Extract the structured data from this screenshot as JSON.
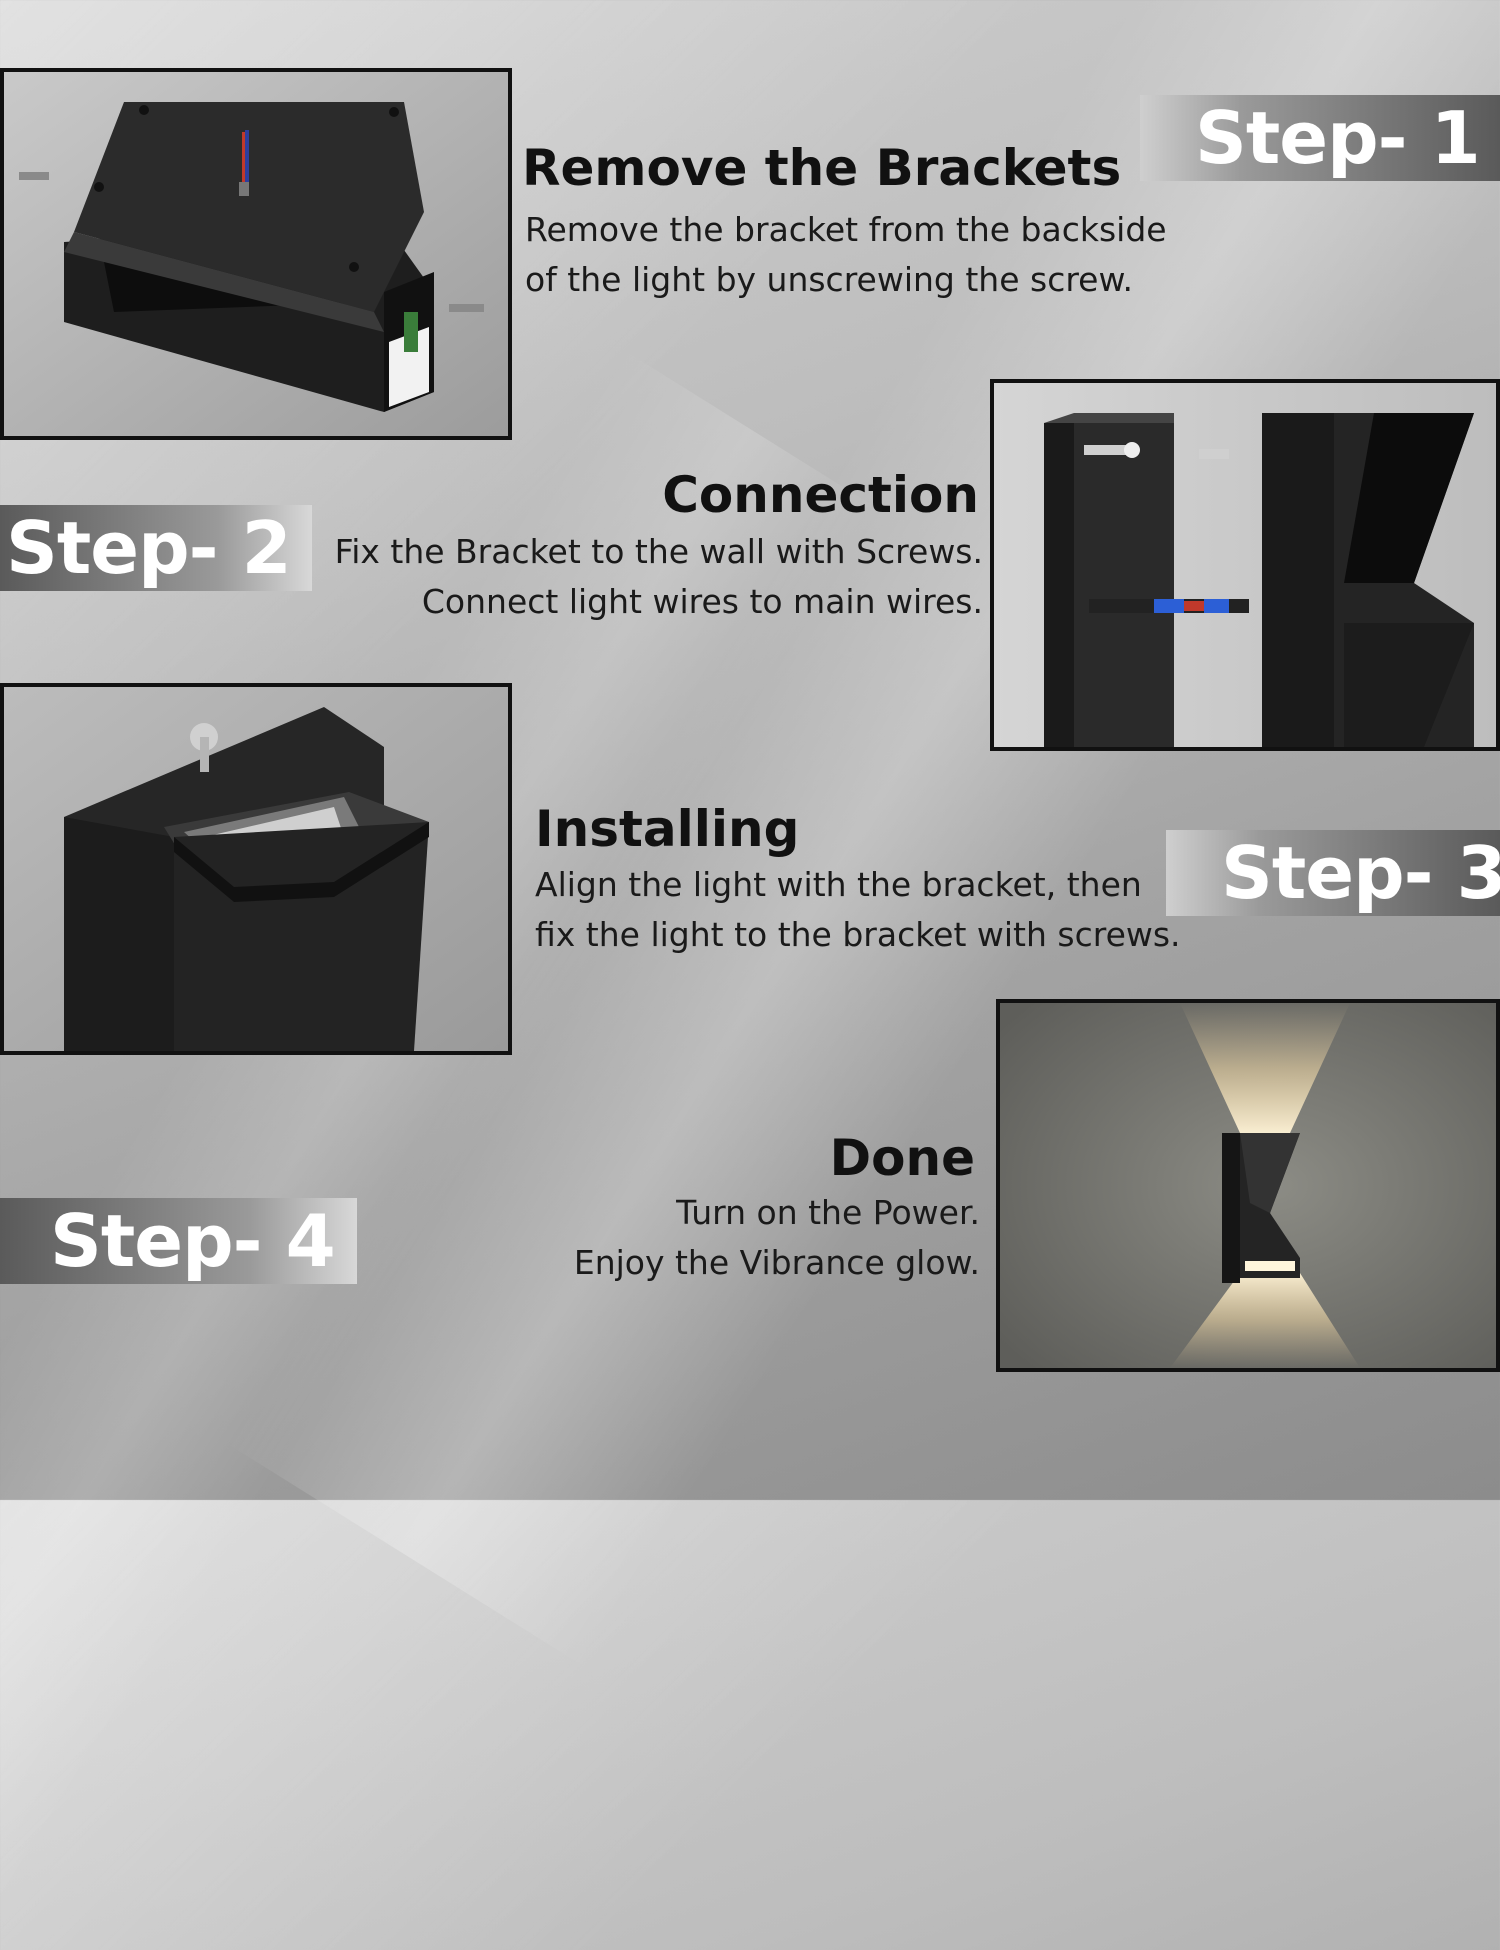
{
  "steps": [
    {
      "badge": "Step- 1",
      "title": "Remove the Brackets",
      "lines": [
        "Remove the bracket from the backside",
        "of the light by unscrewing the screw."
      ]
    },
    {
      "badge": "Step- 2",
      "title": "Connection",
      "lines": [
        "Fix the Bracket to the wall with Screws.",
        "Connect light wires to main wires."
      ]
    },
    {
      "badge": "Step- 3",
      "title": "Installing",
      "lines": [
        "Align the light with the bracket, then",
        "fix the light to the bracket with screws."
      ]
    },
    {
      "badge": "Step- 4",
      "title": "Done",
      "lines": [
        "Turn on the Power.",
        "Enjoy the Vibrance glow."
      ]
    }
  ]
}
